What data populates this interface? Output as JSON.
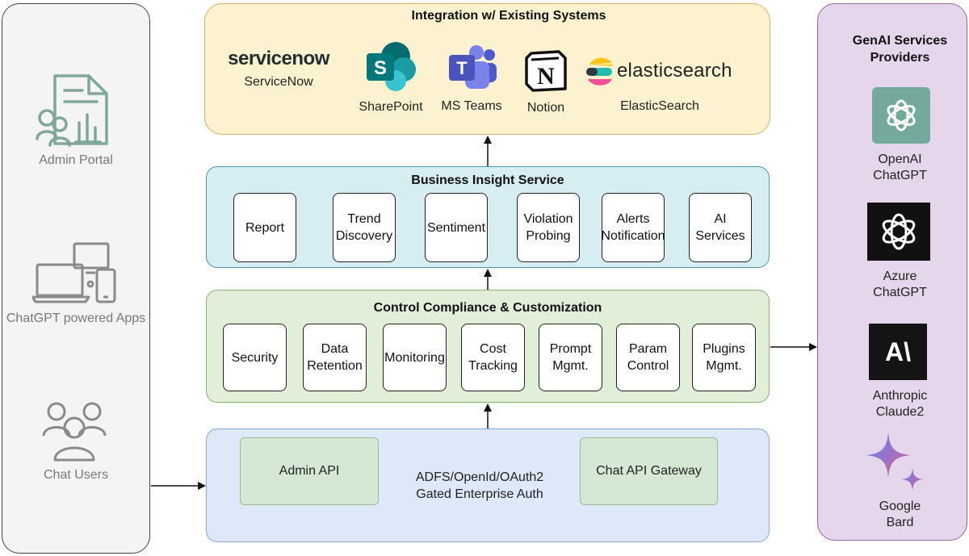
{
  "left_panel": {
    "admin_portal": "Admin Portal",
    "chatgpt_apps": "ChatGPT powered Apps",
    "chat_users": "Chat Users"
  },
  "integration": {
    "title": "Integration w/ Existing Systems",
    "servicenow_logo": "servicenow",
    "servicenow": "ServiceNow",
    "sharepoint": "SharePoint",
    "msteams": "MS Teams",
    "notion": "Notion",
    "elastic_logo": "elasticsearch",
    "elastic": "ElasticSearch"
  },
  "business": {
    "title": "Business Insight Service",
    "items": [
      {
        "l1": "Report",
        "l2": ""
      },
      {
        "l1": "Trend",
        "l2": "Discovery"
      },
      {
        "l1": "Sentiment",
        "l2": ""
      },
      {
        "l1": "Violation",
        "l2": "Probing"
      },
      {
        "l1": "Alerts",
        "l2": "Notification"
      },
      {
        "l1": "AI",
        "l2": "Services"
      }
    ]
  },
  "control": {
    "title": "Control Compliance & Customization",
    "items": [
      {
        "l1": "Security",
        "l2": ""
      },
      {
        "l1": "Data",
        "l2": "Retention"
      },
      {
        "l1": "Monitoring",
        "l2": ""
      },
      {
        "l1": "Cost",
        "l2": "Tracking"
      },
      {
        "l1": "Prompt",
        "l2": "Mgmt."
      },
      {
        "l1": "Param",
        "l2": "Control"
      },
      {
        "l1": "Plugins",
        "l2": "Mgmt."
      }
    ]
  },
  "auth": {
    "admin_api": "Admin API",
    "gateway": "Chat API Gateway",
    "line1": "ADFS/OpenId/OAuth2",
    "line2": "Gated Enterprise Auth"
  },
  "providers": {
    "title1": "GenAI Services",
    "title2": "Providers",
    "openai1": "OpenAI",
    "openai2": "ChatGPT",
    "azure1": "Azure",
    "azure2": "ChatGPT",
    "anthropic_logo": "A\\",
    "anthropic1": "Anthropic",
    "anthropic2": "Claude2",
    "google1": "Google",
    "google2": "Bard"
  },
  "colors": {
    "integration_fill": "#fdf2d0",
    "business_fill": "#d6edf2",
    "control_fill": "#e1efd9",
    "auth_fill": "#dde8f8",
    "providers_fill": "#e6d6ec",
    "left_fill": "#f4f4f4"
  }
}
